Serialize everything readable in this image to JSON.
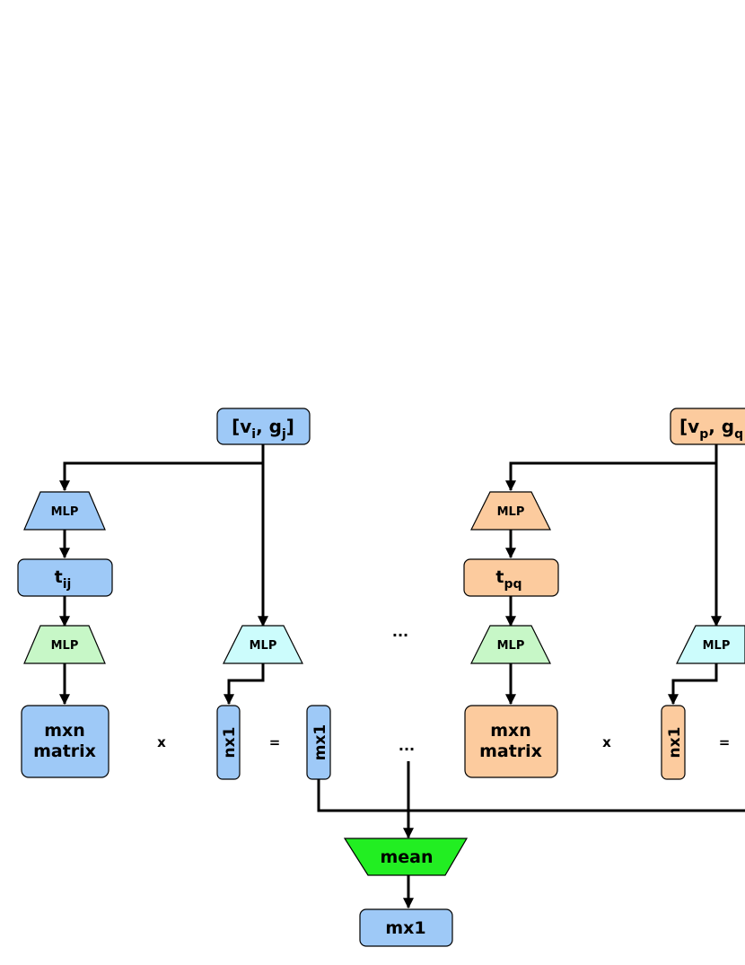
{
  "colors": {
    "blue": "#9ec9f7",
    "orange": "#fccb9e",
    "mlp_green": "#c7f7c7",
    "mlp_cyan": "#ccfcfc",
    "mean_green": "#22ee22"
  },
  "left": {
    "input": {
      "main1": "[v",
      "sub1": "i",
      "sep": ", g",
      "sub2": "j",
      "close": "]"
    },
    "mlp_top": "MLP",
    "t": {
      "main": "t",
      "sub": "ij"
    },
    "mlp_matrix": "MLP",
    "mlp_vector": "MLP",
    "matrix_line1": "mxn",
    "matrix_line2": "matrix",
    "times": "x",
    "vector": "nx1",
    "equals": "=",
    "result": "mx1"
  },
  "right": {
    "input": {
      "main1": "[v",
      "sub1": "p",
      "sep": ", g",
      "sub2": "q"
    },
    "mlp_top": "MLP",
    "t": {
      "main": "t",
      "sub": "pq"
    },
    "mlp_matrix": "MLP",
    "mlp_vector": "MLP",
    "matrix_line1": "mxn",
    "matrix_line2": "matrix",
    "times": "x",
    "vector": "nx1",
    "equals": "="
  },
  "ellipsis_top": "...",
  "ellipsis_mid": "...",
  "mean": "mean",
  "output": "mx1"
}
